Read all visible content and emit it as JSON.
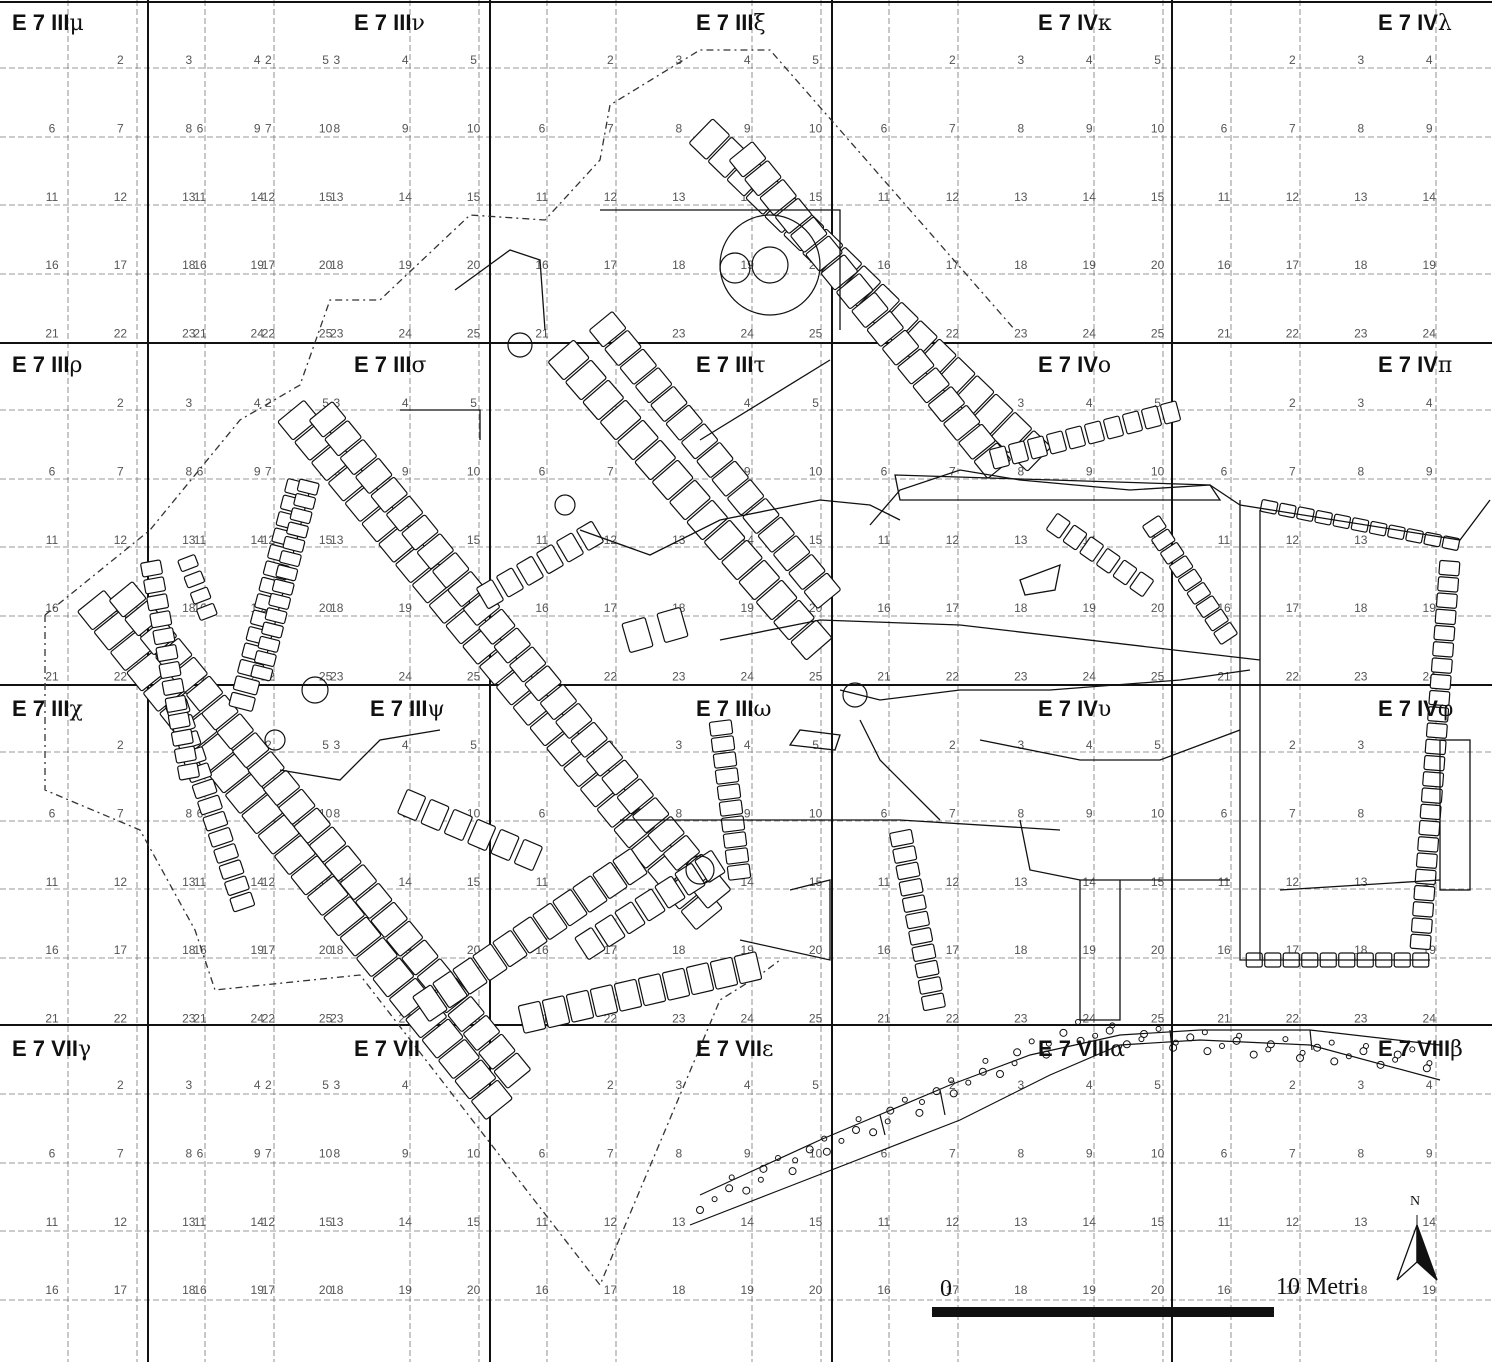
{
  "squares": [
    {
      "main": "E 7 III",
      "greek": "μ"
    },
    {
      "main": "E 7 III",
      "greek": "ν"
    },
    {
      "main": "E 7 III",
      "greek": "ξ"
    },
    {
      "main": "E 7 IV",
      "greek": "κ"
    },
    {
      "main": "E 7 IV",
      "greek": "λ"
    },
    {
      "main": "E 7 III",
      "greek": "ρ"
    },
    {
      "main": "E 7 III",
      "greek": "σ"
    },
    {
      "main": "E 7 III",
      "greek": "τ"
    },
    {
      "main": "E 7 IV",
      "greek": "ο"
    },
    {
      "main": "E 7 IV",
      "greek": "π"
    },
    {
      "main": "E 7 III",
      "greek": "χ"
    },
    {
      "main": "E 7 III",
      "greek": "ψ"
    },
    {
      "main": "E 7 III",
      "greek": "ω"
    },
    {
      "main": "E 7 IV",
      "greek": "υ"
    },
    {
      "main": "E 7 IV",
      "greek": "φ"
    },
    {
      "main": "E 7 VII",
      "greek": "γ"
    },
    {
      "main": "E 7 VII",
      "greek": ""
    },
    {
      "main": "E 7 VII",
      "greek": "ε"
    },
    {
      "main": "E 7 VIII",
      "greek": "α"
    },
    {
      "main": "E 7 VIII",
      "greek": "β"
    }
  ],
  "scale_bar": {
    "start_label": "0",
    "end_label": "10 Metri"
  },
  "north_arrow": {
    "label": "N",
    "icon": "north-arrow-icon"
  },
  "colors": {
    "ink": "#111111",
    "background": "#ffffff"
  }
}
